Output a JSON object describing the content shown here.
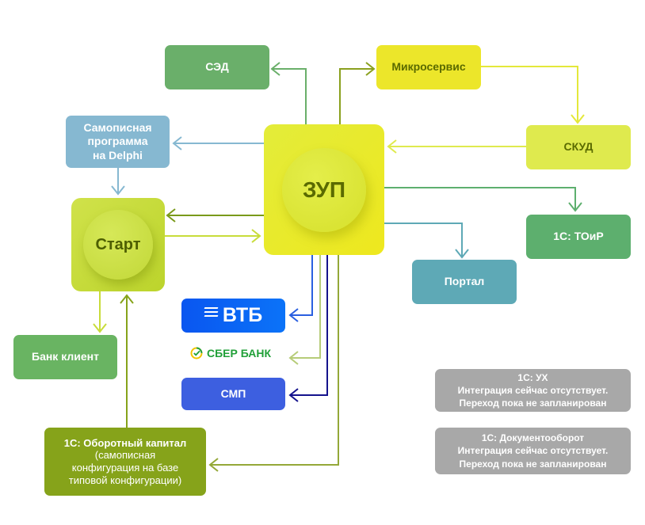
{
  "nodes": {
    "sed": "СЭД",
    "microservice": "Микросервис",
    "skud": "СКУД",
    "delphi": [
      "Самописная",
      "программа",
      "на Delphi"
    ],
    "zup": "ЗУП",
    "start": "Старт",
    "toir": "1С: ТОиР",
    "portal": "Портал",
    "vtb": "ВТБ",
    "sber": "СБЕР БАНК",
    "smp": "СМП",
    "bank_client": "Банк клиент",
    "working_capital": {
      "title": "1С: Оборотный капитал",
      "lines": [
        "(самописная",
        "конфигурация на базе",
        "типовой конфигурации)"
      ]
    },
    "ux": {
      "title": "1С: УХ",
      "lines": [
        "Интеграция сейчас отсутствует.",
        "Переход пока не запланирован"
      ]
    },
    "docflow": {
      "title": "1С: Документооборот",
      "lines": [
        "Интеграция сейчас отсутствует.",
        "Переход пока не запланирован"
      ]
    }
  },
  "colors": {
    "sed": "#6aaf6a",
    "microservice": "#ece62a",
    "skud": "#dfea4e",
    "delphi": "#86b8d1",
    "zup": "#e8ea34",
    "start": "#c8dc3a",
    "toir": "#5daf6e",
    "portal": "#5ea9b6",
    "vtb": "#0a61f6",
    "smp": "#3d5fe0",
    "bank_client": "#69b462",
    "working_capital": "#86a31a",
    "gray": "#a8a8a8",
    "label_dark": "#5a6a00"
  }
}
